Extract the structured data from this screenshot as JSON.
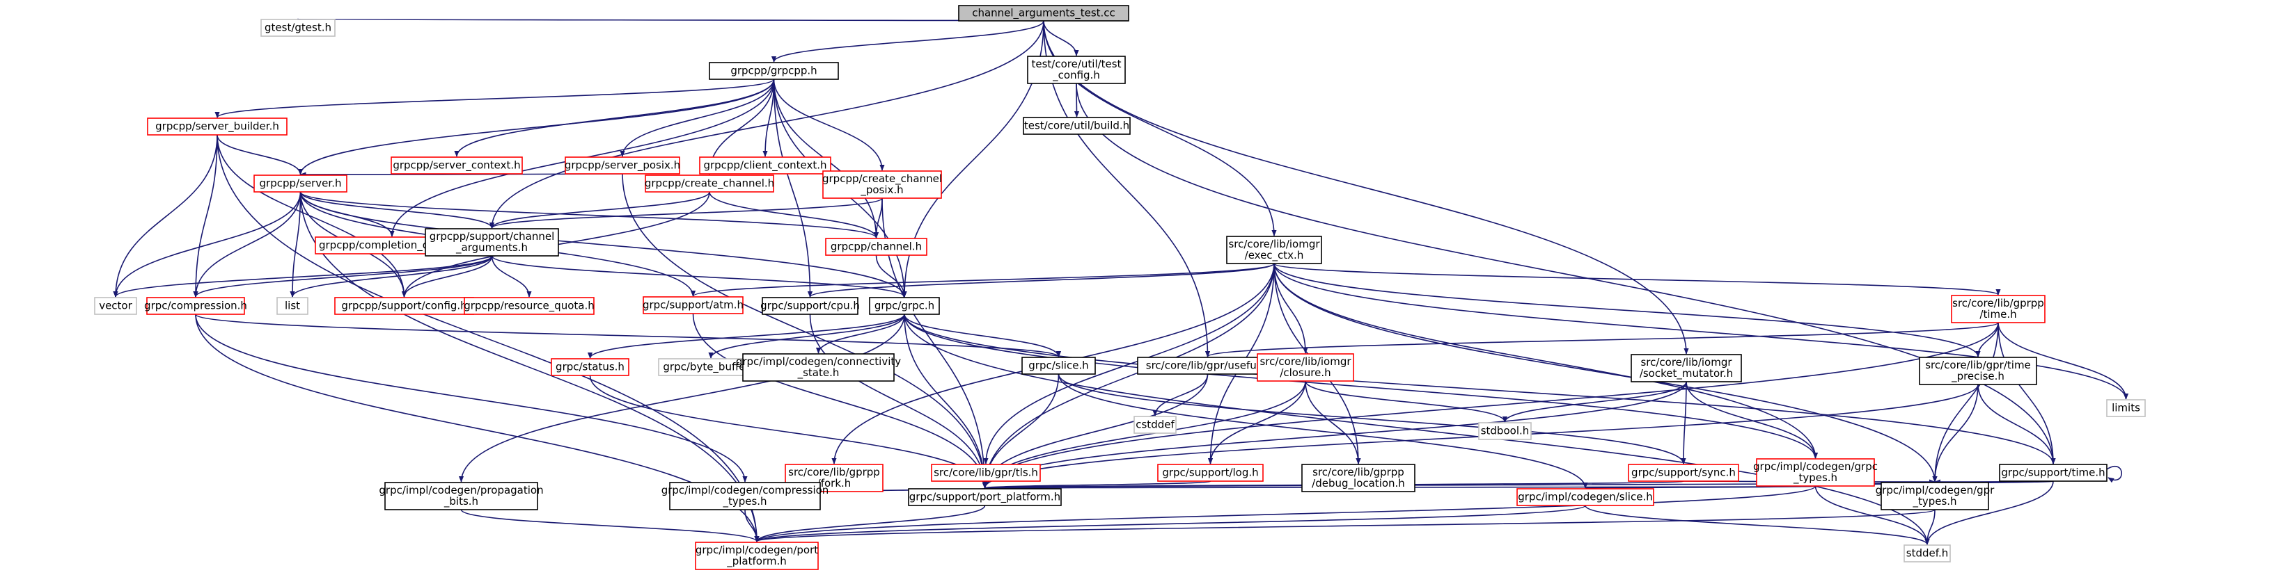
{
  "graph": {
    "title": "channel_arguments_test.cc",
    "nodes": [
      {
        "id": "root",
        "lines": [
          "channel_arguments_test.cc"
        ],
        "style": "root"
      },
      {
        "id": "gtest",
        "lines": [
          "gtest/gtest.h"
        ],
        "style": "gray"
      },
      {
        "id": "grpcpp",
        "lines": [
          "grpcpp/grpcpp.h"
        ],
        "style": "black"
      },
      {
        "id": "testconfig",
        "lines": [
          "test/core/util/test",
          "_config.h"
        ],
        "style": "black"
      },
      {
        "id": "testbuild",
        "lines": [
          "test/core/util/build.h"
        ],
        "style": "black"
      },
      {
        "id": "server_builder",
        "lines": [
          "grpcpp/server_builder.h"
        ],
        "style": "red"
      },
      {
        "id": "server_context",
        "lines": [
          "grpcpp/server_context.h"
        ],
        "style": "red"
      },
      {
        "id": "server_posix",
        "lines": [
          "grpcpp/server_posix.h"
        ],
        "style": "red"
      },
      {
        "id": "client_context",
        "lines": [
          "grpcpp/client_context.h"
        ],
        "style": "red"
      },
      {
        "id": "server",
        "lines": [
          "grpcpp/server.h"
        ],
        "style": "red"
      },
      {
        "id": "create_channel",
        "lines": [
          "grpcpp/create_channel.h"
        ],
        "style": "red"
      },
      {
        "id": "create_channel_posix",
        "lines": [
          "grpcpp/create_channel",
          "_posix.h"
        ],
        "style": "red"
      },
      {
        "id": "completion_queue",
        "lines": [
          "grpcpp/completion_queue.h"
        ],
        "style": "red"
      },
      {
        "id": "channel_arguments",
        "lines": [
          "grpcpp/support/channel",
          "_arguments.h"
        ],
        "style": "black"
      },
      {
        "id": "channel",
        "lines": [
          "grpcpp/channel.h"
        ],
        "style": "red"
      },
      {
        "id": "exec_ctx",
        "lines": [
          "src/core/lib/iomgr",
          "/exec_ctx.h"
        ],
        "style": "black"
      },
      {
        "id": "gprpp_time",
        "lines": [
          "src/core/lib/gprpp",
          "/time.h"
        ],
        "style": "red"
      },
      {
        "id": "vector",
        "lines": [
          "vector"
        ],
        "style": "gray"
      },
      {
        "id": "compression",
        "lines": [
          "grpc/compression.h"
        ],
        "style": "red"
      },
      {
        "id": "list",
        "lines": [
          "list"
        ],
        "style": "gray"
      },
      {
        "id": "support_config",
        "lines": [
          "grpcpp/support/config.h"
        ],
        "style": "red"
      },
      {
        "id": "resource_quota",
        "lines": [
          "grpcpp/resource_quota.h"
        ],
        "style": "red"
      },
      {
        "id": "atm",
        "lines": [
          "grpc/support/atm.h"
        ],
        "style": "red"
      },
      {
        "id": "cpu",
        "lines": [
          "grpc/support/cpu.h"
        ],
        "style": "black"
      },
      {
        "id": "grpc_h",
        "lines": [
          "grpc/grpc.h"
        ],
        "style": "black"
      },
      {
        "id": "limits",
        "lines": [
          "limits"
        ],
        "style": "gray"
      },
      {
        "id": "status",
        "lines": [
          "grpc/status.h"
        ],
        "style": "red"
      },
      {
        "id": "byte_buffer",
        "lines": [
          "grpc/byte_buffer.h"
        ],
        "style": "gray"
      },
      {
        "id": "connectivity",
        "lines": [
          "grpc/impl/codegen/connectivity",
          "_state.h"
        ],
        "style": "black"
      },
      {
        "id": "slice",
        "lines": [
          "grpc/slice.h"
        ],
        "style": "black"
      },
      {
        "id": "useful",
        "lines": [
          "src/core/lib/gpr/useful.h"
        ],
        "style": "black"
      },
      {
        "id": "closure",
        "lines": [
          "src/core/lib/iomgr",
          "/closure.h"
        ],
        "style": "red"
      },
      {
        "id": "socket_mutator",
        "lines": [
          "src/core/lib/iomgr",
          "/socket_mutator.h"
        ],
        "style": "black"
      },
      {
        "id": "time_precise",
        "lines": [
          "src/core/lib/gpr/time",
          "_precise.h"
        ],
        "style": "black"
      },
      {
        "id": "cstddef",
        "lines": [
          "cstddef"
        ],
        "style": "gray"
      },
      {
        "id": "stdbool",
        "lines": [
          "stdbool.h"
        ],
        "style": "gray"
      },
      {
        "id": "fork",
        "lines": [
          "src/core/lib/gprpp",
          "/fork.h"
        ],
        "style": "red"
      },
      {
        "id": "tls",
        "lines": [
          "src/core/lib/gpr/tls.h"
        ],
        "style": "red"
      },
      {
        "id": "log",
        "lines": [
          "grpc/support/log.h"
        ],
        "style": "red"
      },
      {
        "id": "debug_location",
        "lines": [
          "src/core/lib/gprpp",
          "/debug_location.h"
        ],
        "style": "black"
      },
      {
        "id": "sync",
        "lines": [
          "grpc/support/sync.h"
        ],
        "style": "red"
      },
      {
        "id": "grpc_types",
        "lines": [
          "grpc/impl/codegen/grpc",
          "_types.h"
        ],
        "style": "red"
      },
      {
        "id": "support_time",
        "lines": [
          "grpc/support/time.h"
        ],
        "style": "black"
      },
      {
        "id": "propagation",
        "lines": [
          "grpc/impl/codegen/propagation",
          "_bits.h"
        ],
        "style": "black"
      },
      {
        "id": "comp_types",
        "lines": [
          "grpc/impl/codegen/compression",
          "_types.h"
        ],
        "style": "black"
      },
      {
        "id": "port_platform",
        "lines": [
          "grpc/support/port_platform.h"
        ],
        "style": "black"
      },
      {
        "id": "codegen_slice",
        "lines": [
          "grpc/impl/codegen/slice.h"
        ],
        "style": "red"
      },
      {
        "id": "gpr_types",
        "lines": [
          "grpc/impl/codegen/gpr",
          "_types.h"
        ],
        "style": "black"
      },
      {
        "id": "stddef",
        "lines": [
          "stddef.h"
        ],
        "style": "gray"
      },
      {
        "id": "codegen_port_platform",
        "lines": [
          "grpc/impl/codegen/port",
          "_platform.h"
        ],
        "style": "red"
      }
    ]
  }
}
